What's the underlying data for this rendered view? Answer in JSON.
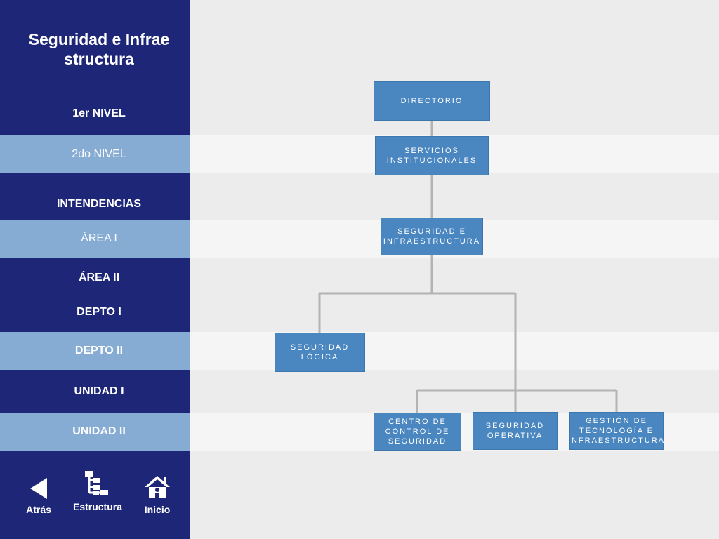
{
  "sidebar": {
    "title": "Seguridad e Infraestructura",
    "levels": [
      {
        "label": "1er NIVEL"
      },
      {
        "label": "2do NIVEL"
      },
      {
        "label": "INTENDENCIAS"
      },
      {
        "label": "ÁREA I"
      },
      {
        "label": "ÁREA II"
      },
      {
        "label": "DEPTO I"
      },
      {
        "label": "DEPTO II"
      },
      {
        "label": "UNIDAD  I"
      },
      {
        "label": "UNIDAD II"
      }
    ],
    "nav": {
      "back": "Atrás",
      "structure": "Estructura",
      "home": "Inicio"
    }
  },
  "org": {
    "directorio": "DIRECTORIO",
    "servicios": "SERVICIOS INSTITUCIONALES",
    "seguridad_infra": "SEGURIDAD E INFRAESTRUCTURA",
    "seguridad_logica": "SEGURIDAD LÓGICA",
    "centro_control": "CENTRO DE CONTROL DE SEGURIDAD",
    "seguridad_operativa": "SEGURIDAD OPERATIVA",
    "gestion_tecnologia": "GESTIÓN DE TECNOLOGÍA E INFRAESTRUCTURA"
  },
  "colors": {
    "sidebar": "#1e2678",
    "highlight": "#86acd4",
    "box": "#4a86c0",
    "connector": "#b3b3b3",
    "background": "#ececec",
    "stripe": "#f5f5f5"
  }
}
